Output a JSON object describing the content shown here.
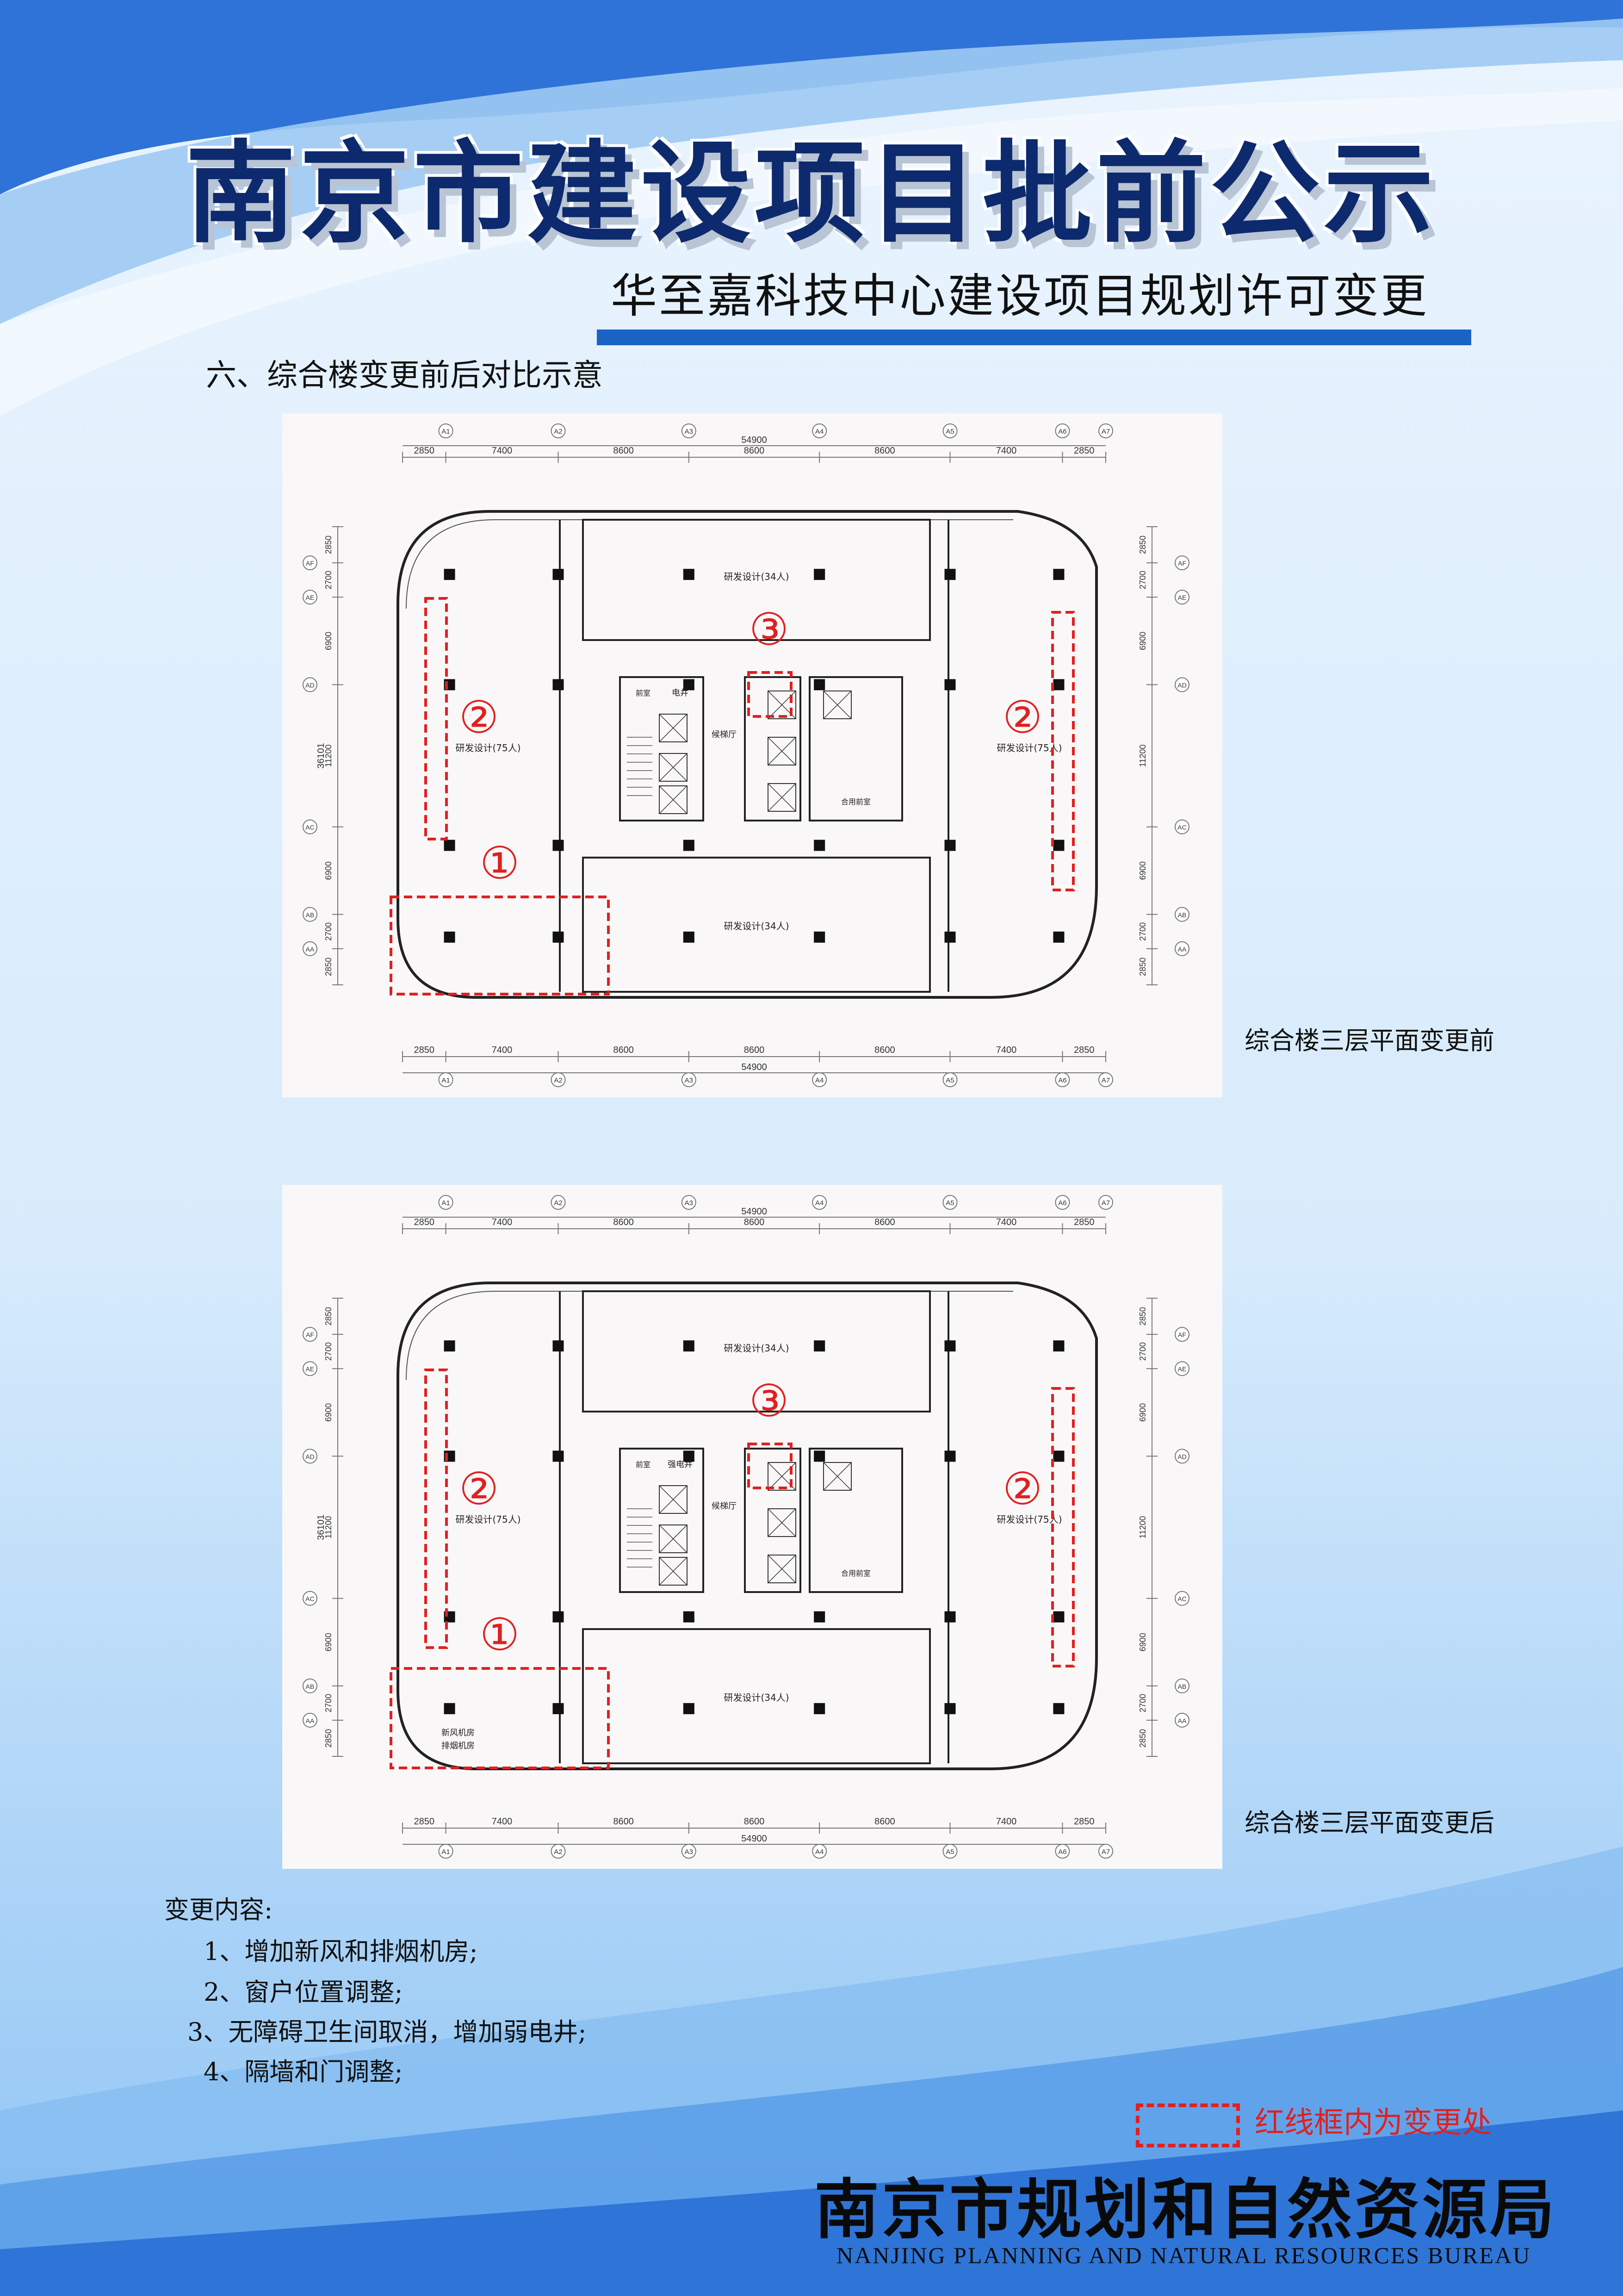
{
  "header": {
    "title": "南京市建设项目批前公示",
    "subtitle": "华至嘉科技中心建设项目规划许可变更"
  },
  "section_title": "六、综合楼变更前后对比示意",
  "plans": [
    {
      "caption": "综合楼三层平面变更前",
      "total_width": "54900",
      "total_depth": "36101",
      "bays": [
        "2850",
        "7400",
        "8600",
        "8600",
        "8600",
        "7400",
        "2850"
      ],
      "col_axes": [
        "A1",
        "A2",
        "A3",
        "A4",
        "A5",
        "A6",
        "A7"
      ],
      "row_axes": [
        "AF",
        "AE",
        "AD",
        "AC",
        "AB",
        "AA"
      ],
      "row_dims": [
        "2850",
        "2700",
        "6900",
        "11200",
        "6900",
        "2700",
        "2850"
      ],
      "rooms": {
        "top": "研发设计(34人)",
        "bottom": "研发设计(34人)",
        "left": "研发设计(75人)",
        "right": "研发设计(75人)",
        "lobby": "候梯厅",
        "elec": "电井",
        "front": "前室",
        "shared_front": "合用前室",
        "machine": "",
        "exhaust": ""
      },
      "marks": [
        "①",
        "②",
        "②",
        "③"
      ]
    },
    {
      "caption": "综合楼三层平面变更后",
      "total_width": "54900",
      "total_depth": "36101",
      "bays": [
        "2850",
        "7400",
        "8600",
        "8600",
        "8600",
        "7400",
        "2850"
      ],
      "col_axes": [
        "A1",
        "A2",
        "A3",
        "A4",
        "A5",
        "A6",
        "A7"
      ],
      "row_axes": [
        "AF",
        "AE",
        "AD",
        "AC",
        "AB",
        "AA"
      ],
      "row_dims": [
        "2850",
        "2700",
        "6900",
        "11200",
        "6900",
        "2700",
        "2850"
      ],
      "rooms": {
        "top": "研发设计(34人)",
        "bottom": "研发设计(34人)",
        "left": "研发设计(75人)",
        "right": "研发设计(75人)",
        "lobby": "候梯厅",
        "elec": "强电井",
        "front": "前室",
        "shared_front": "合用前室",
        "machine": "新风机房",
        "exhaust": "排烟机房"
      },
      "marks": [
        "①",
        "②",
        "②",
        "③"
      ]
    }
  ],
  "changes": {
    "heading": "变更内容:",
    "items": [
      "1、增加新风和排烟机房;",
      "2、窗户位置调整;",
      "3、无障碍卫生间取消，增加弱电井;",
      "4、隔墙和门调整;"
    ]
  },
  "legend": {
    "text": "红线框内为变更处",
    "color": "#e02020"
  },
  "footer": {
    "bureau": "南京市规划和自然资源局",
    "bureau_en": "NANJING PLANNING AND NATURAL RESOURCES BUREAU"
  }
}
